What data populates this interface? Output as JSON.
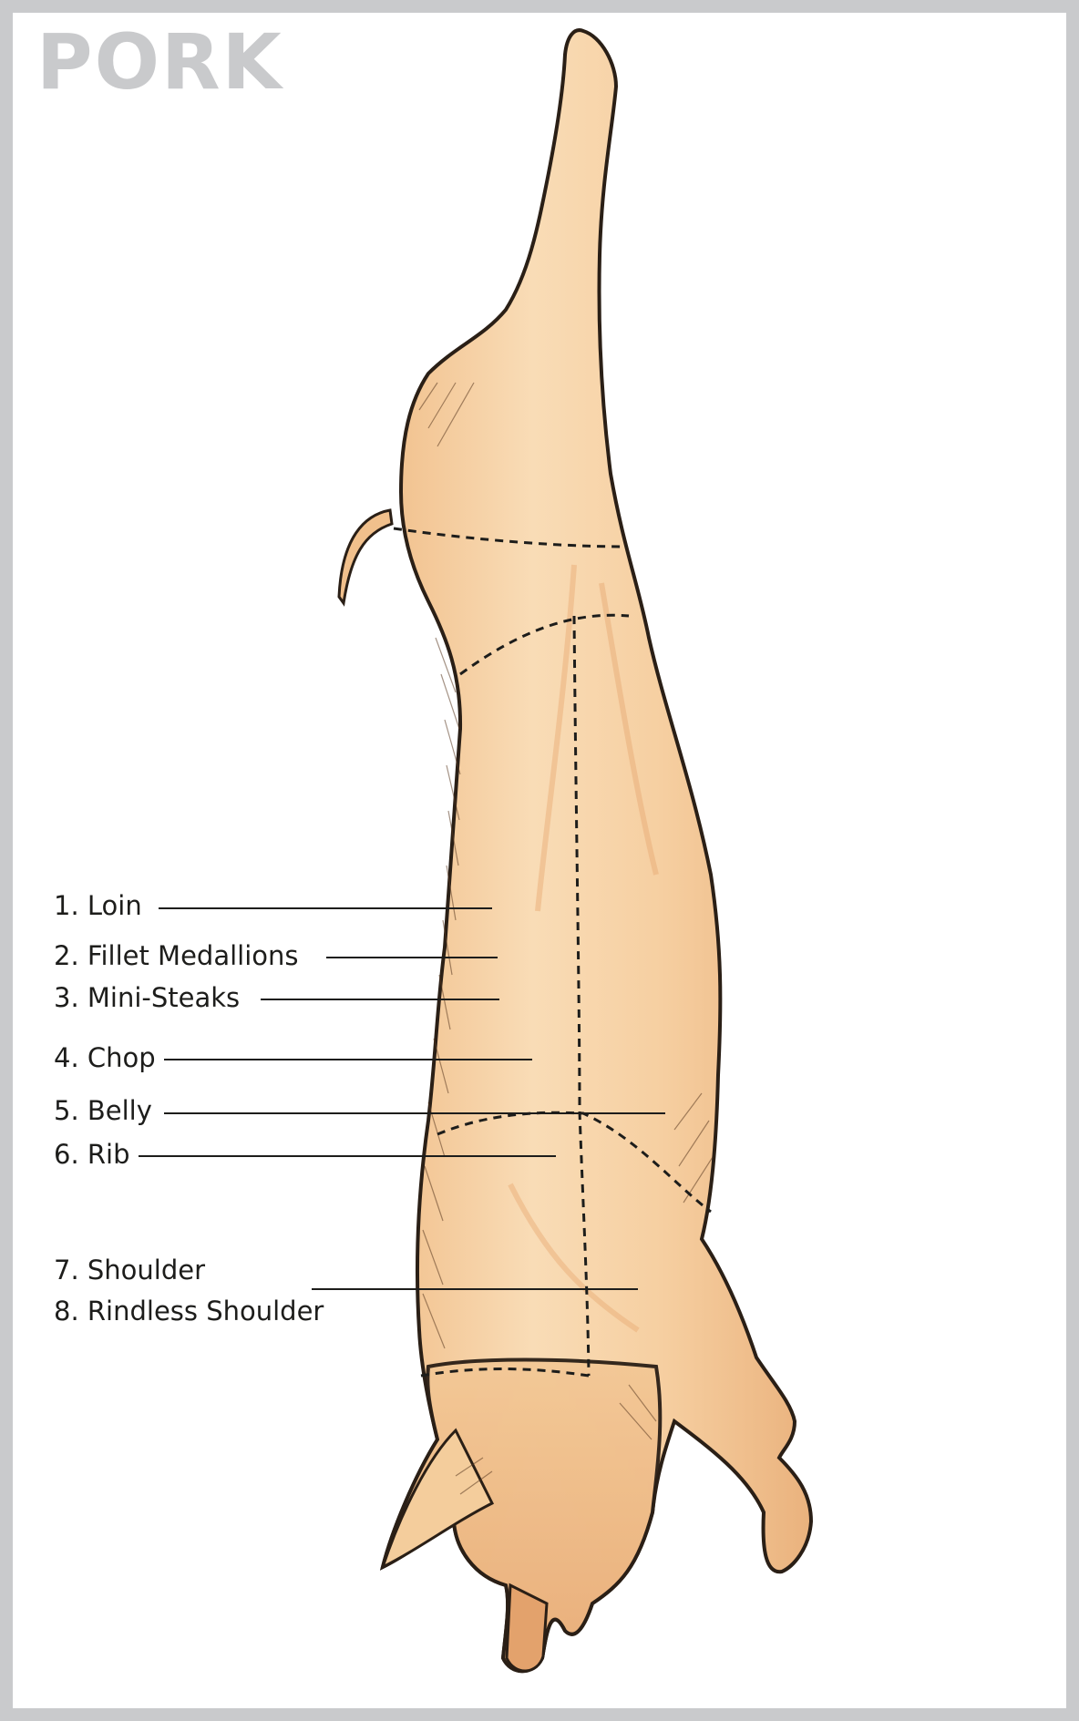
{
  "title": "PORK",
  "colors": {
    "frame": "#c9cacc",
    "title": "#c9cacc",
    "meat_fill": "#f6d3a8",
    "meat_shade": "#e9ad78",
    "outline": "#2a1f16",
    "leader": "#1d1d1b"
  },
  "cuts": [
    {
      "number": "1.",
      "name": "Loin",
      "text": "1. Loin"
    },
    {
      "number": "2.",
      "name": "Fillet Medallions",
      "text": "2. Fillet Medallions"
    },
    {
      "number": "3.",
      "name": "Mini-Steaks",
      "text": "3. Mini-Steaks"
    },
    {
      "number": "4.",
      "name": "Chop",
      "text": "4. Chop"
    },
    {
      "number": "5.",
      "name": "Belly",
      "text": "5. Belly"
    },
    {
      "number": "6.",
      "name": "Rib",
      "text": "6. Rib"
    },
    {
      "number": "7.",
      "name": "Shoulder",
      "text": "7. Shoulder"
    },
    {
      "number": "8.",
      "name": "Rindless Shoulder",
      "text": "8. Rindless Shoulder"
    }
  ]
}
